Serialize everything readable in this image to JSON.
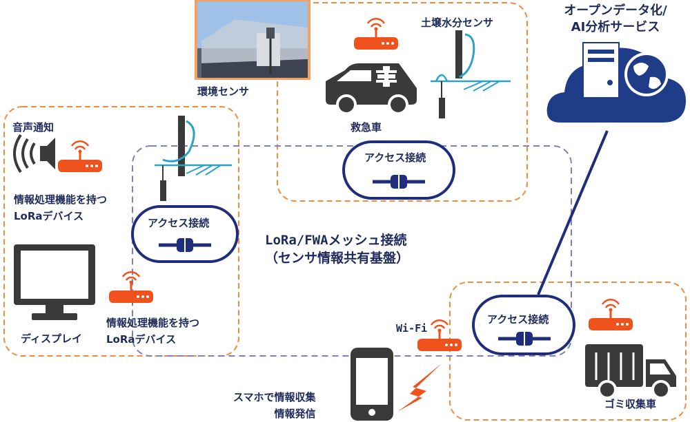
{
  "colors": {
    "navy": "#1f2d7a",
    "dark_navy": "#1f2a5c",
    "orange": "#f28a3c",
    "router_orange": "#f0521e",
    "device_gray": "#3a3a3a",
    "mesh_dash": "#7d7fbf",
    "sensor_teal": "#2aa3c8",
    "cloud_blue": "#1f3c88"
  },
  "labels": {
    "environment_sensor": "環境センサ",
    "soil_sensor": "土壌水分センサ",
    "ambulance": "救急車",
    "cloud_service_line1": "オープンデータ化/",
    "cloud_service_line2": "AI分析サービス",
    "voice_notice": "音声通知",
    "lora_device_1_line1": "情報処理機能を持つ",
    "lora_device_1_line2": "LoRaデバイス",
    "display": "ディスプレイ",
    "lora_device_2_line1": "情報処理機能を持つ",
    "lora_device_2_line2": "LoRaデバイス",
    "mesh_line1": "LoRa/FWAメッシュ接続",
    "mesh_line2": "（センサ情報共有基盤）",
    "wifi": "Wi-Fi",
    "smartphone_line1": "スマホで情報収集",
    "smartphone_line2": "情報発信",
    "garbage_truck": "ゴミ収集車"
  },
  "access_points": [
    {
      "label": "アクセス接続"
    },
    {
      "label": "アクセス接続"
    },
    {
      "label": "アクセス接続"
    }
  ],
  "icons": {
    "router": "router-icon",
    "speaker": "speaker-icon",
    "monitor": "monitor-icon",
    "smartphone": "smartphone-icon",
    "ambulance": "ambulance-icon",
    "garbage_truck": "garbage-truck-icon",
    "server": "server-icon",
    "globe": "globe-icon",
    "plug": "plug-connector-icon",
    "soil_probe": "soil-probe-icon",
    "lightning": "lightning-icon"
  }
}
